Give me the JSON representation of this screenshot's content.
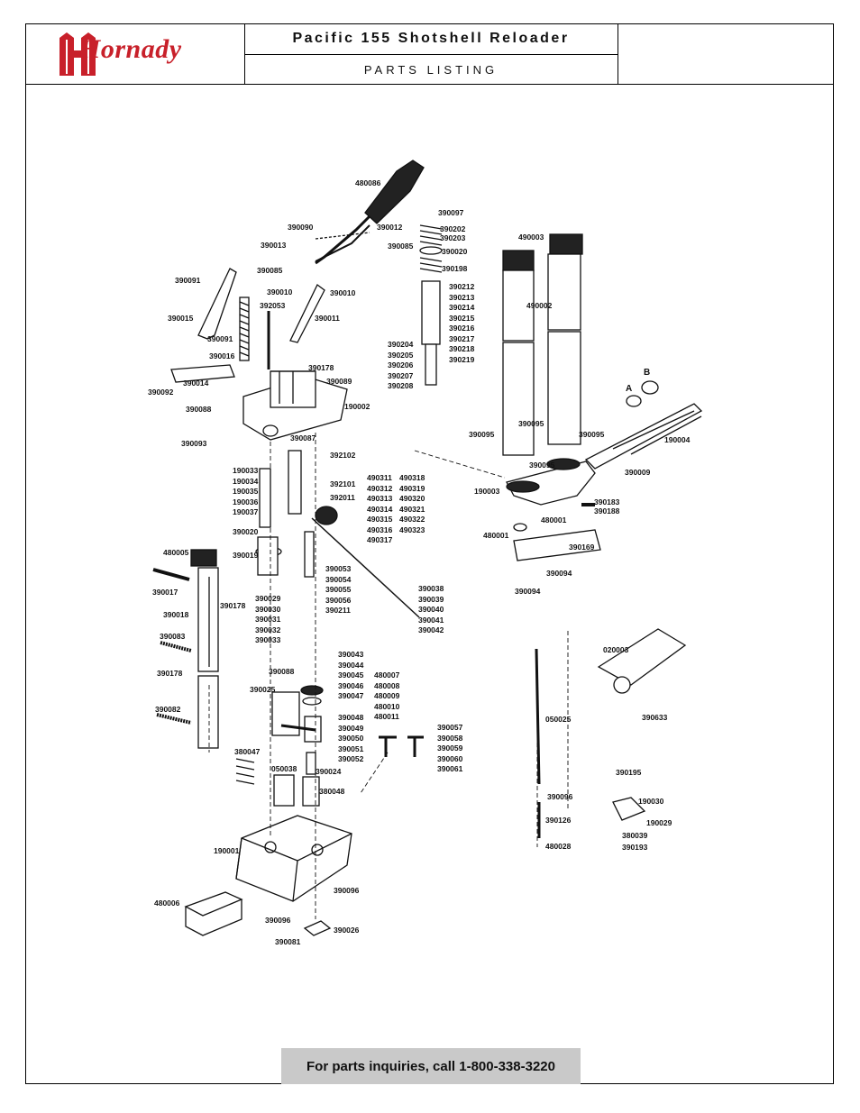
{
  "header": {
    "brand": "Hornady",
    "title": "Pacific 155 Shotshell Reloader",
    "subtitle": "PARTS LISTING"
  },
  "parts": {
    "p480086": "480086",
    "p390097": "390097",
    "p390090": "390090",
    "p390012": "390012",
    "p390202_203": [
      "390202",
      "390203"
    ],
    "p390013": "390013",
    "p390085a": "390085",
    "p390020a": "390020",
    "p390085b": "390085",
    "p390198": "390198",
    "p390091a": "390091",
    "p390010a": "390010",
    "p390010b": "390010",
    "p392053": "392053",
    "p390011": "390011",
    "p390015": "390015",
    "p390091b": "390091",
    "p390016": "390016",
    "group390212": [
      "390212",
      "390213",
      "390214",
      "390215",
      "390216",
      "390217",
      "390218",
      "390219"
    ],
    "group390204": [
      "390204",
      "390205",
      "390206",
      "390207",
      "390208"
    ],
    "p390178a": "390178",
    "p390089": "390089",
    "p390014": "390014",
    "p390092": "390092",
    "p190002": "190002",
    "p390088a": "390088",
    "p390087": "390087",
    "p390093": "390093",
    "p392102": "392102",
    "group190033": [
      "190033",
      "190034",
      "190035",
      "190036",
      "190037"
    ],
    "p392101": "392101",
    "p392011": "392011",
    "group490311": [
      "490311",
      "490312",
      "490313",
      "490314",
      "490315",
      "490316",
      "490317"
    ],
    "group490318": [
      "490318",
      "490319",
      "490320",
      "490321",
      "490322",
      "490323"
    ],
    "p390020b": "390020",
    "p480005": "480005",
    "p390019": "390019",
    "group390053": [
      "390053",
      "390054",
      "390055",
      "390056",
      "390211"
    ],
    "group390029": [
      "390029",
      "390030",
      "390031",
      "390032",
      "390033"
    ],
    "group390038": [
      "390038",
      "390039",
      "390040",
      "390041",
      "390042"
    ],
    "p390017": "390017",
    "p390178b": "390178",
    "p390018": "390018",
    "p390083": "390083",
    "p390178c": "390178",
    "group390043": [
      "390043",
      "390044",
      "390045",
      "390046",
      "390047"
    ],
    "group480007": [
      "480007",
      "480008",
      "480009",
      "480010",
      "480011"
    ],
    "p390088b": "390088",
    "p390025": "390025",
    "p390082": "390082",
    "group390048": [
      "390048",
      "390049",
      "390050",
      "390051",
      "390052"
    ],
    "group390057": [
      "390057",
      "390058",
      "390059",
      "390060",
      "390061"
    ],
    "p380047": "380047",
    "p050038": "050038",
    "p390024": "390024",
    "p380048": "380048",
    "p190001": "190001",
    "p390096a": "390096",
    "p480006": "480006",
    "p390096b": "390096",
    "p390026": "390026",
    "p390081": "390081",
    "p490003": "490003",
    "p490002": "490002",
    "pA": "A",
    "pB": "B",
    "p390095a": "390095",
    "p390095b": "390095",
    "p390095c": "390095",
    "p390095d": "390095",
    "p190004": "190004",
    "p390009": "390009",
    "p190003": "190003",
    "p480001a": "480001",
    "p390183": "390183",
    "p390188": "390188",
    "p480001b": "480001",
    "p390169": "390169",
    "p390094a": "390094",
    "p390094b": "390094",
    "p020003": "020003",
    "p390633": "390633",
    "p050025": "050025",
    "p390096c": "390096",
    "p390126": "390126",
    "p480028": "480028",
    "p390195": "390195",
    "p190030": "190030",
    "p190029": "190029",
    "p380039": "380039",
    "p390193": "390193"
  },
  "footer": {
    "text": "For parts inquiries, call 1-800-338-3220"
  },
  "colors": {
    "brand_red": "#c8202a",
    "footer_bg": "#c9c9c9"
  }
}
